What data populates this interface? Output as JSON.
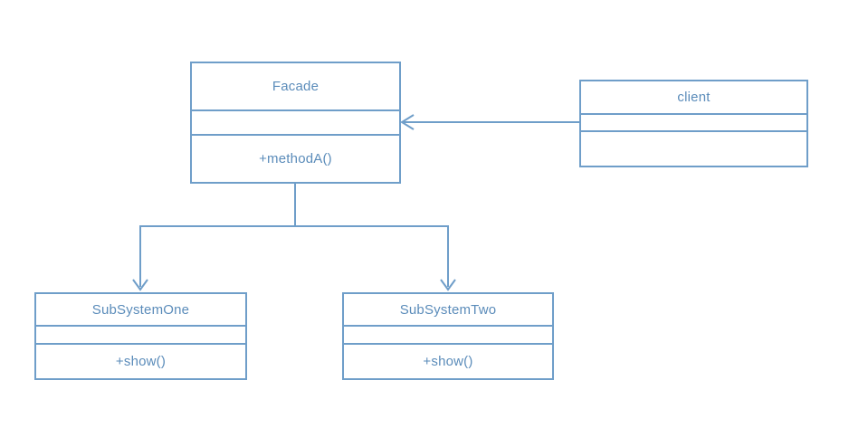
{
  "diagram": {
    "type": "uml-class-diagram",
    "pattern": "Facade",
    "colors": {
      "stroke": "#6f9ec9",
      "text": "#5b8cba",
      "background": "#ffffff"
    },
    "classes": [
      {
        "id": "facade",
        "name": "Facade",
        "attributes": "",
        "methods": "+methodA()"
      },
      {
        "id": "client",
        "name": "client",
        "attributes": "",
        "methods": ""
      },
      {
        "id": "subsystem-one",
        "name": "SubSystemOne",
        "attributes": "",
        "methods": "+show()"
      },
      {
        "id": "subsystem-two",
        "name": "SubSystemTwo",
        "attributes": "",
        "methods": "+show()"
      }
    ],
    "relations": [
      {
        "from": "client",
        "to": "facade",
        "type": "directed-association",
        "arrowhead": "open"
      },
      {
        "from": "facade",
        "to": "subsystem-one",
        "type": "directed-association",
        "arrowhead": "open"
      },
      {
        "from": "facade",
        "to": "subsystem-two",
        "type": "directed-association",
        "arrowhead": "open"
      }
    ]
  }
}
